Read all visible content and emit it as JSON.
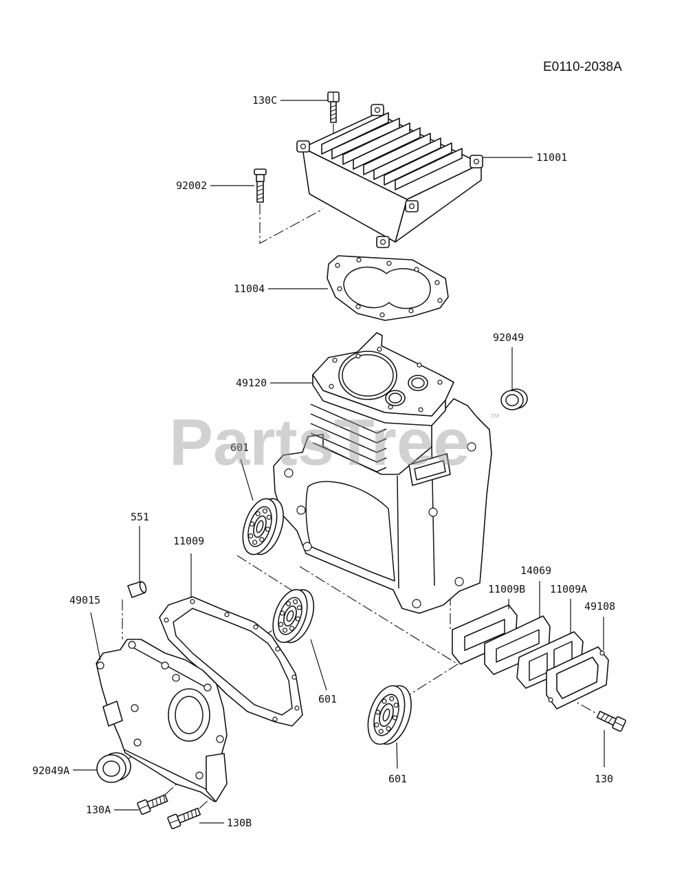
{
  "diagram": {
    "drawing_code": "E0110-2038A",
    "watermark": {
      "text": "PartsTree",
      "tm": "™"
    },
    "callouts": [
      "130C",
      "11001",
      "92002",
      "11004",
      "92049",
      "49120",
      "601",
      "551",
      "11009",
      "11009B",
      "14069",
      "11009A",
      "49108",
      "49015",
      "601",
      "601",
      "130",
      "92049A",
      "130A",
      "130B"
    ]
  }
}
